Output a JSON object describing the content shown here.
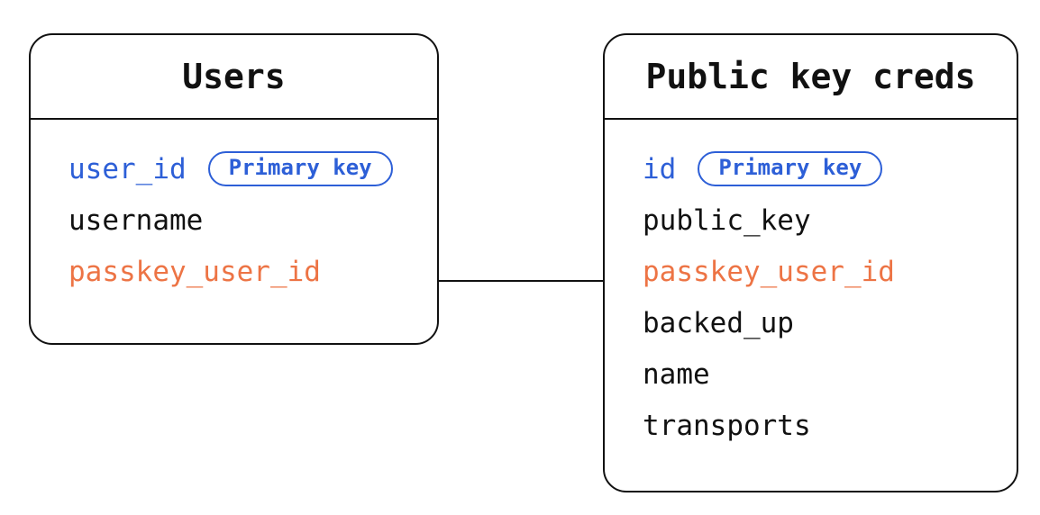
{
  "diagram": {
    "type": "entity-relationship",
    "tables": [
      {
        "title": "Users",
        "fields": [
          {
            "name": "user_id",
            "color": "blue",
            "badge": "Primary key"
          },
          {
            "name": "username",
            "color": "black",
            "badge": null
          },
          {
            "name": "passkey_user_id",
            "color": "orange",
            "badge": null
          }
        ]
      },
      {
        "title": "Public key creds",
        "fields": [
          {
            "name": "id",
            "color": "blue",
            "badge": "Primary key"
          },
          {
            "name": "public_key",
            "color": "black",
            "badge": null
          },
          {
            "name": "passkey_user_id",
            "color": "orange",
            "badge": null
          },
          {
            "name": "backed_up",
            "color": "black",
            "badge": null
          },
          {
            "name": "name",
            "color": "black",
            "badge": null
          },
          {
            "name": "transports",
            "color": "black",
            "badge": null
          }
        ]
      }
    ],
    "relationship": {
      "from_table": "Users",
      "from_field": "passkey_user_id",
      "to_table": "Public key creds",
      "to_field": "passkey_user_id",
      "style": "straight-line"
    },
    "colors": {
      "primary_key_blue": "#2d5fd7",
      "linked_field_orange": "#ed7445",
      "outline_black": "#111111",
      "background": "#ffffff"
    }
  }
}
